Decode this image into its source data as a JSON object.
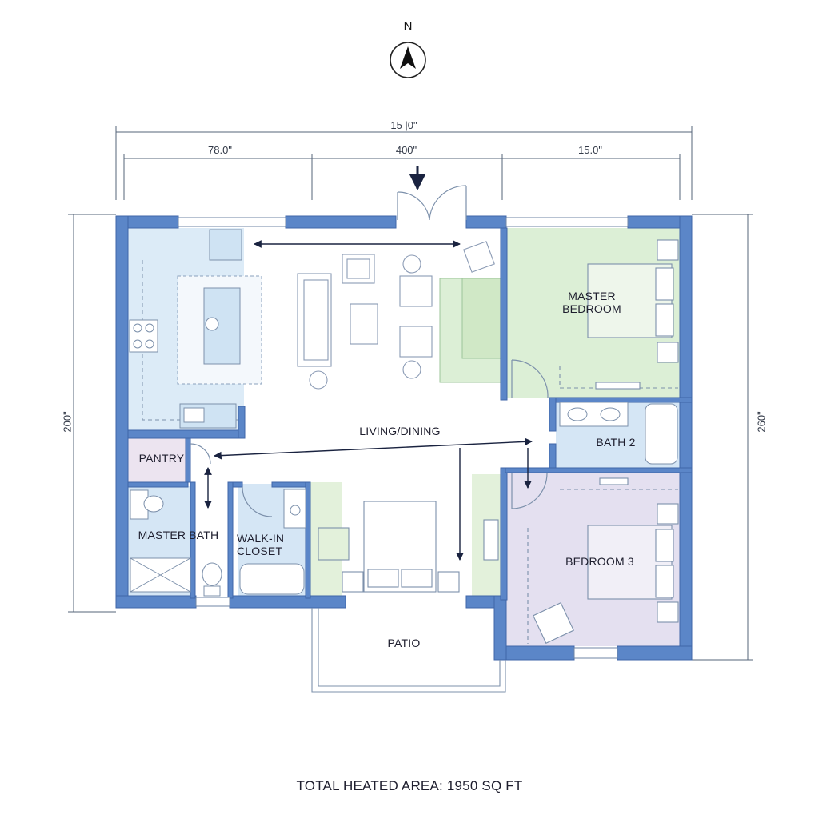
{
  "north": {
    "label": "N",
    "icon": "north-arrow-icon"
  },
  "dimensions": {
    "overall_width": "15 |0\"",
    "segment_left": "78.0\"",
    "segment_middle": "400\"",
    "segment_right": "15.0\"",
    "height_left": "200\"",
    "height_right": "260\""
  },
  "rooms": {
    "master_bedroom": "MASTER\nBEDROOM",
    "living_dining": "LIVING/DINING",
    "bath_2": "BATH 2",
    "pantry": "PANTRY",
    "master_bath": "MASTER BATH",
    "walk_in_closet": "WALK-IN\nCLOSET",
    "bedroom_3": "BEDROOM 3",
    "patio": "PATIO"
  },
  "footer": {
    "total_area": "TOTAL HEATED AREA: 1950 SQ FT"
  },
  "colors": {
    "wall": "#5b86c8",
    "wall_edge": "#3f66a8",
    "kitchen_fill": "#dcebf7",
    "bath_fill": "#d5e6f5",
    "master_bedroom_fill": "#dcefd6",
    "bedroom3_fill": "#e4e0f0",
    "green_zone_fill": "#e3f1db",
    "pantry_fill": "#ece4f0",
    "line": "#7c90ab",
    "arrow": "#1a2340"
  }
}
